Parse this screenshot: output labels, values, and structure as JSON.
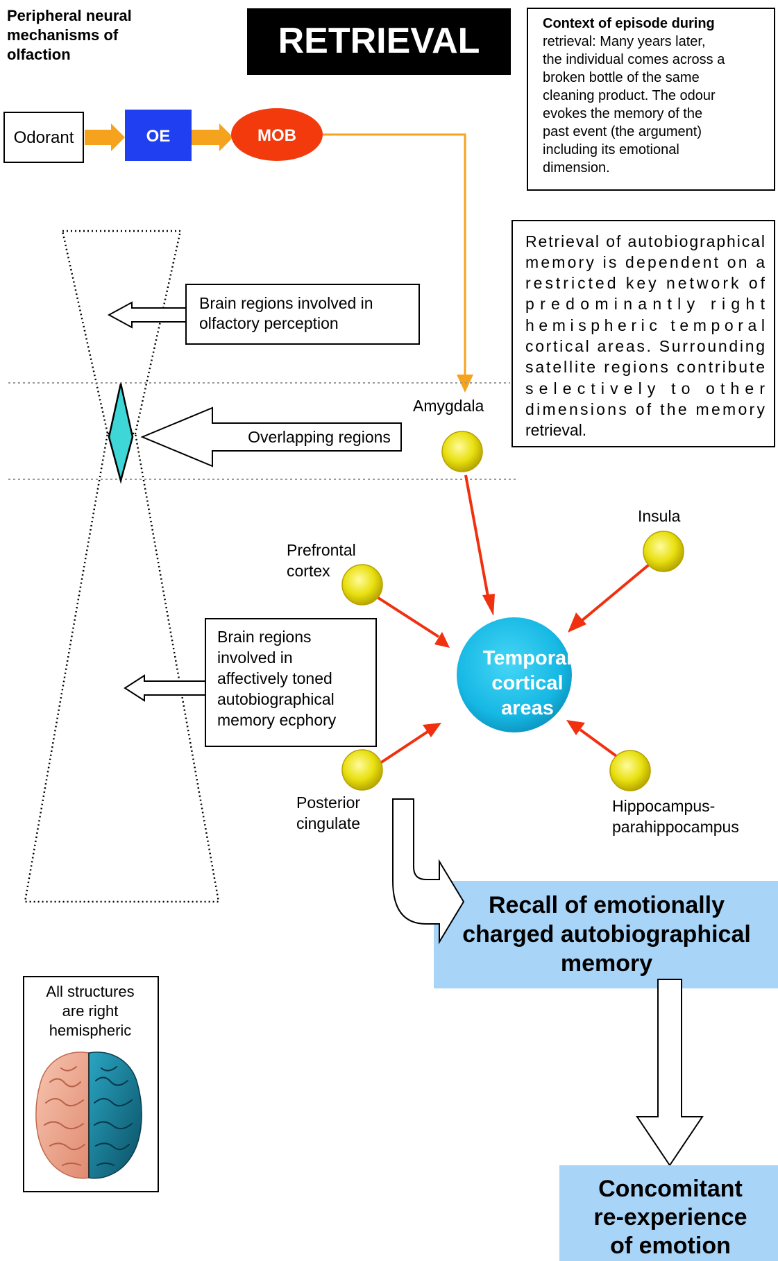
{
  "header": {
    "peripheral_lines": [
      "Peripheral neural",
      "mechanisms of",
      "olfaction"
    ],
    "title": "RETRIEVAL"
  },
  "context_box": {
    "lines": [
      "Context of episode during",
      "retrieval: Many years later,",
      "the individual comes across a",
      "broken bottle of the same",
      "cleaning product. The odour",
      "evokes the memory of the",
      "past event (the argument)",
      "including its emotional",
      "dimension."
    ]
  },
  "pathway": {
    "odorant": "Odorant",
    "oe": "OE",
    "mob": "MOB"
  },
  "network_box": {
    "lines": [
      "Retrieval of autobiographical",
      "memory is dependent on a",
      "restricted key network of",
      "predominantly right",
      "hemispheric temporal",
      "cortical areas. Surrounding",
      "satellite regions contribute",
      "selectively to other",
      "dimensions of the memory",
      "retrieval."
    ]
  },
  "labels": {
    "olfactory_lines": [
      "Brain regions involved in",
      "olfactory perception"
    ],
    "overlap": "Overlapping regions",
    "affective_lines": [
      "Brain regions",
      "involved in",
      "affectively toned",
      "autobiographical",
      "memory ecphory"
    ],
    "amygdala": "Amygdala",
    "insula": "Insula",
    "prefrontal_lines": [
      "Prefrontal",
      "cortex"
    ],
    "posterior_lines": [
      "Posterior",
      "cingulate"
    ],
    "hippocampus_lines": [
      "Hippocampus-",
      "parahippocampus"
    ],
    "temporal_lines": [
      "Temporal",
      "cortical",
      "areas"
    ]
  },
  "recall_lines": [
    "Recall of emotionally",
    "charged autobiographical",
    "memory"
  ],
  "emotion_lines": [
    "Concomitant",
    "re-experience",
    "of emotion"
  ],
  "legend_lines": [
    "All structures",
    "are right",
    "hemispheric"
  ],
  "colors": {
    "orange": "#f5a21d",
    "oe_blue": "#1f3ff0",
    "mob_red": "#f23a0c",
    "red_arrow": "#f0300f",
    "node_yellow": "#e8e010",
    "temporal_cyan": "#16b8e4",
    "result_blue": "#a8d4f8",
    "diamond_teal": "#3ed6d6"
  }
}
